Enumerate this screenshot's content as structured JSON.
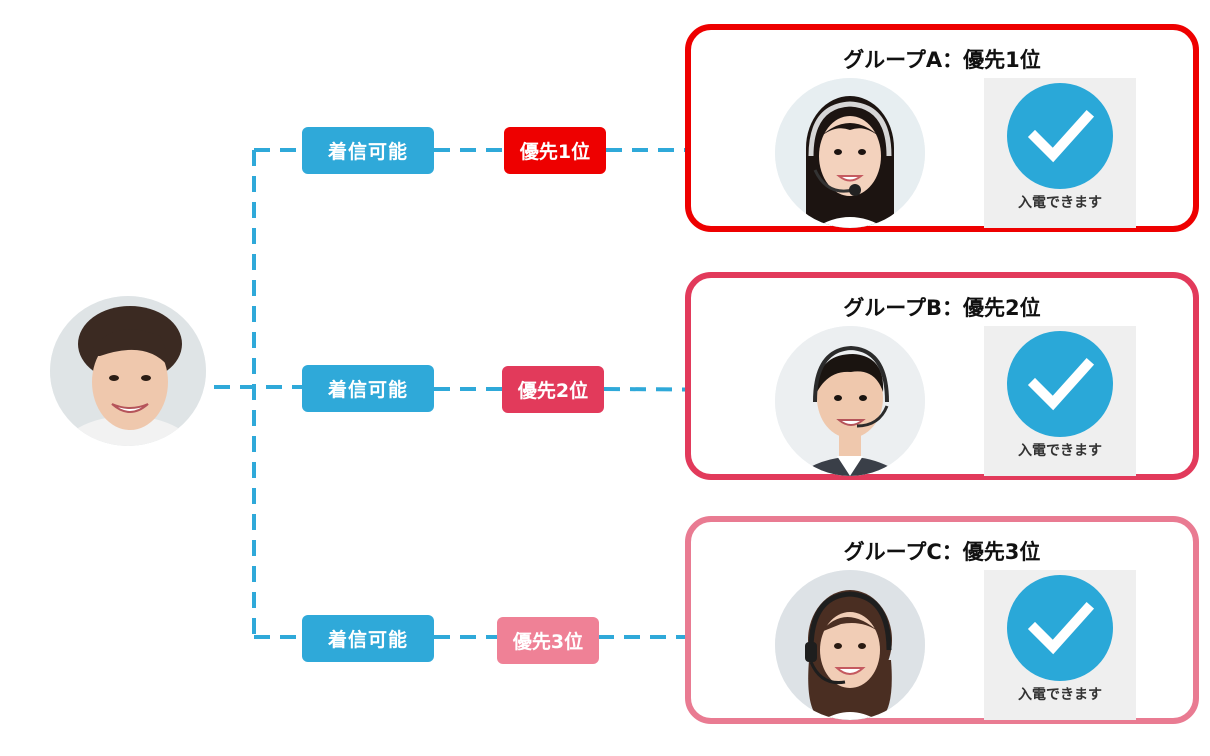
{
  "colors": {
    "connector": "#2fa9d9",
    "status_pill": "#2fa9d9",
    "check_circle": "#2aa8d8"
  },
  "caller": {
    "avatar_icon": "caller-photo"
  },
  "routes": [
    {
      "status_label": "着信可能",
      "priority_label": "優先1位",
      "priority_color": "#ee0000",
      "group": {
        "title": "グループA：優先1位",
        "border_color": "#ee0000",
        "agent_icon": "operator-photo",
        "status_text": "入電できます",
        "status_icon": "check-icon"
      }
    },
    {
      "status_label": "着信可能",
      "priority_label": "優先2位",
      "priority_color": "#e23a5b",
      "group": {
        "title": "グループB：優先2位",
        "border_color": "#e23a5b",
        "agent_icon": "operator-photo",
        "status_text": "入電できます",
        "status_icon": "check-icon"
      }
    },
    {
      "status_label": "着信可能",
      "priority_label": "優先3位",
      "priority_color": "#ef8196",
      "group": {
        "title": "グループC：優先3位",
        "border_color": "#e97b92",
        "agent_icon": "operator-photo",
        "status_text": "入電できます",
        "status_icon": "check-icon"
      }
    }
  ]
}
